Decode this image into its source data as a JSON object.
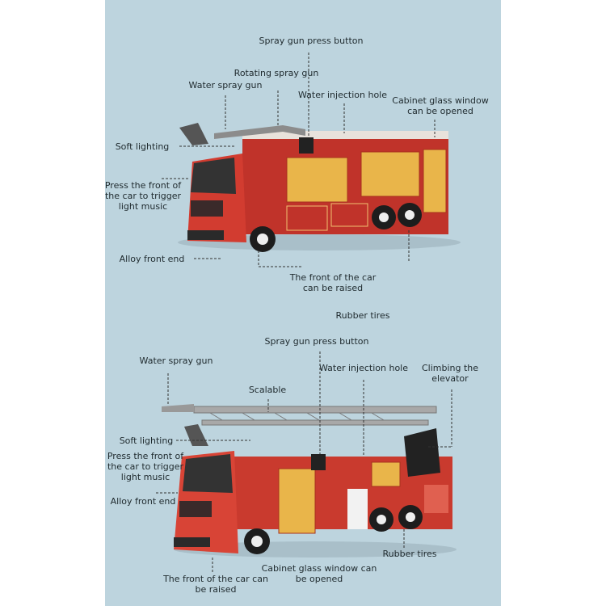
{
  "colors": {
    "background": "#bdd4de",
    "truck_red": "#c8382c",
    "window_amber": "#e9b54a",
    "text": "#1f2a2e"
  },
  "truck_top": {
    "image": "fire-truck-water-cannon",
    "labels": {
      "spray_button": "Spray gun press button",
      "rotating_gun": "Rotating spray gun",
      "water_gun": "Water spray gun",
      "injection_hole": "Water injection hole",
      "cabinet_1": "Cabinet glass window",
      "cabinet_2": "can be opened",
      "soft_lighting": "Soft lighting",
      "press_front_1": "Press the front of",
      "press_front_2": "the car to trigger",
      "press_front_3": "light music",
      "alloy_front": "Alloy front end",
      "front_raised_1": "The front of the car",
      "front_raised_2": "can be raised",
      "rubber_tires": "Rubber tires"
    }
  },
  "truck_bottom": {
    "image": "fire-truck-ladder",
    "labels": {
      "spray_button": "Spray gun press button",
      "water_gun": "Water spray gun",
      "injection_hole": "Water injection hole",
      "climbing_1": "Climbing the",
      "climbing_2": "elevator",
      "scalable": "Scalable",
      "soft_lighting": "Soft lighting",
      "press_front_1": "Press the front of",
      "press_front_2": "the car to trigger",
      "press_front_3": "light music",
      "alloy_front": "Alloy front end",
      "rubber_tires": "Rubber tires",
      "cabinet_1": "Cabinet glass window can",
      "cabinet_2": "be opened",
      "front_raised_1": "The front of the car can",
      "front_raised_2": "be raised"
    }
  }
}
